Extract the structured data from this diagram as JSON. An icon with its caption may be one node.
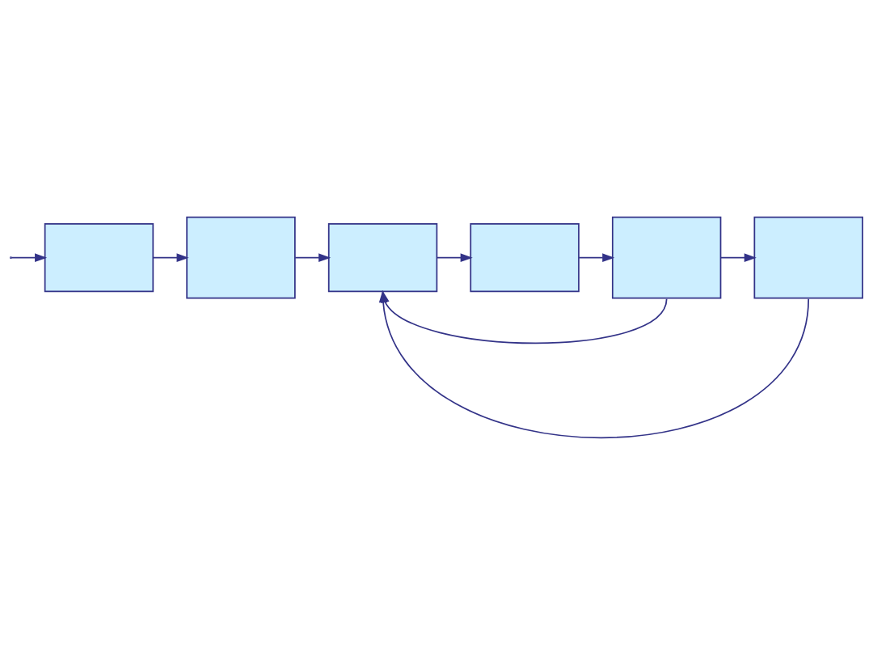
{
  "diagram": {
    "nodes": [
      {
        "text": [],
        "shape": "box"
      },
      {
        "text": [],
        "shape": "box"
      },
      {
        "text": [],
        "shape": "box"
      },
      {
        "text": [],
        "shape": "box"
      },
      {
        "text": [],
        "shape": "box"
      },
      {
        "text": [],
        "shape": "box"
      }
    ],
    "edges": [
      {
        "from": null,
        "to": 0,
        "arrow": "to"
      },
      {
        "from": 0,
        "to": 1,
        "arrow": "to"
      },
      {
        "from": 1,
        "to": 2,
        "arrow": "to"
      },
      {
        "from": 2,
        "to": 3,
        "arrow": "to"
      },
      {
        "from": 3,
        "to": 4,
        "arrow": "to"
      },
      {
        "from": 4,
        "to": 5,
        "arrow": "to"
      },
      {
        "from": 4,
        "to": 2,
        "arrow": "to"
      },
      {
        "from": 5,
        "to": 2,
        "arrow": "to"
      }
    ]
  }
}
